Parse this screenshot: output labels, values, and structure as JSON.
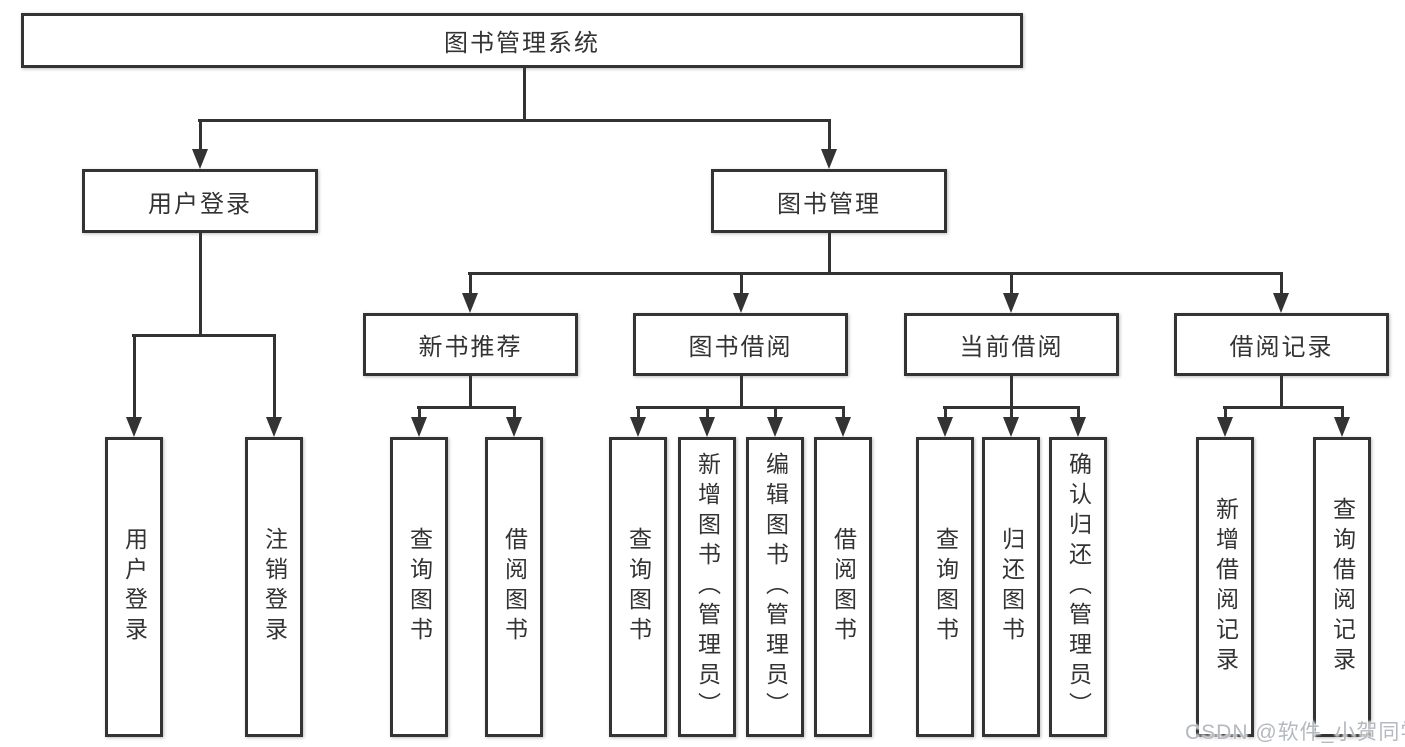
{
  "diagram": {
    "root": {
      "label": "图书管理系统"
    },
    "level1": [
      {
        "label": "用户登录"
      },
      {
        "label": "图书管理"
      }
    ],
    "level2": [
      {
        "label": "新书推荐"
      },
      {
        "label": "图书借阅"
      },
      {
        "label": "当前借阅"
      },
      {
        "label": "借阅记录"
      }
    ],
    "leaves": {
      "user_login": [
        {
          "label": "用户登录"
        },
        {
          "label": "注销登录"
        }
      ],
      "new_book": [
        {
          "label": "查询图书"
        },
        {
          "label": "借阅图书"
        }
      ],
      "book_borrow": [
        {
          "label": "查询图书"
        },
        {
          "label": "新增图书（管理员）"
        },
        {
          "label": "编辑图书（管理员）"
        },
        {
          "label": "借阅图书"
        }
      ],
      "current_borrow": [
        {
          "label": "查询图书"
        },
        {
          "label": "归还图书"
        },
        {
          "label": "确认归还（管理员）"
        }
      ],
      "borrow_record": [
        {
          "label": "新增借阅记录"
        },
        {
          "label": "查询借阅记录"
        }
      ]
    },
    "colors": {
      "line": "#333333",
      "box_border": "#333333",
      "text": "#333333",
      "background": "#ffffff",
      "watermark_text": "#b4b9c0"
    }
  },
  "watermark": {
    "label": "CSDN @软件_小贺同学"
  }
}
